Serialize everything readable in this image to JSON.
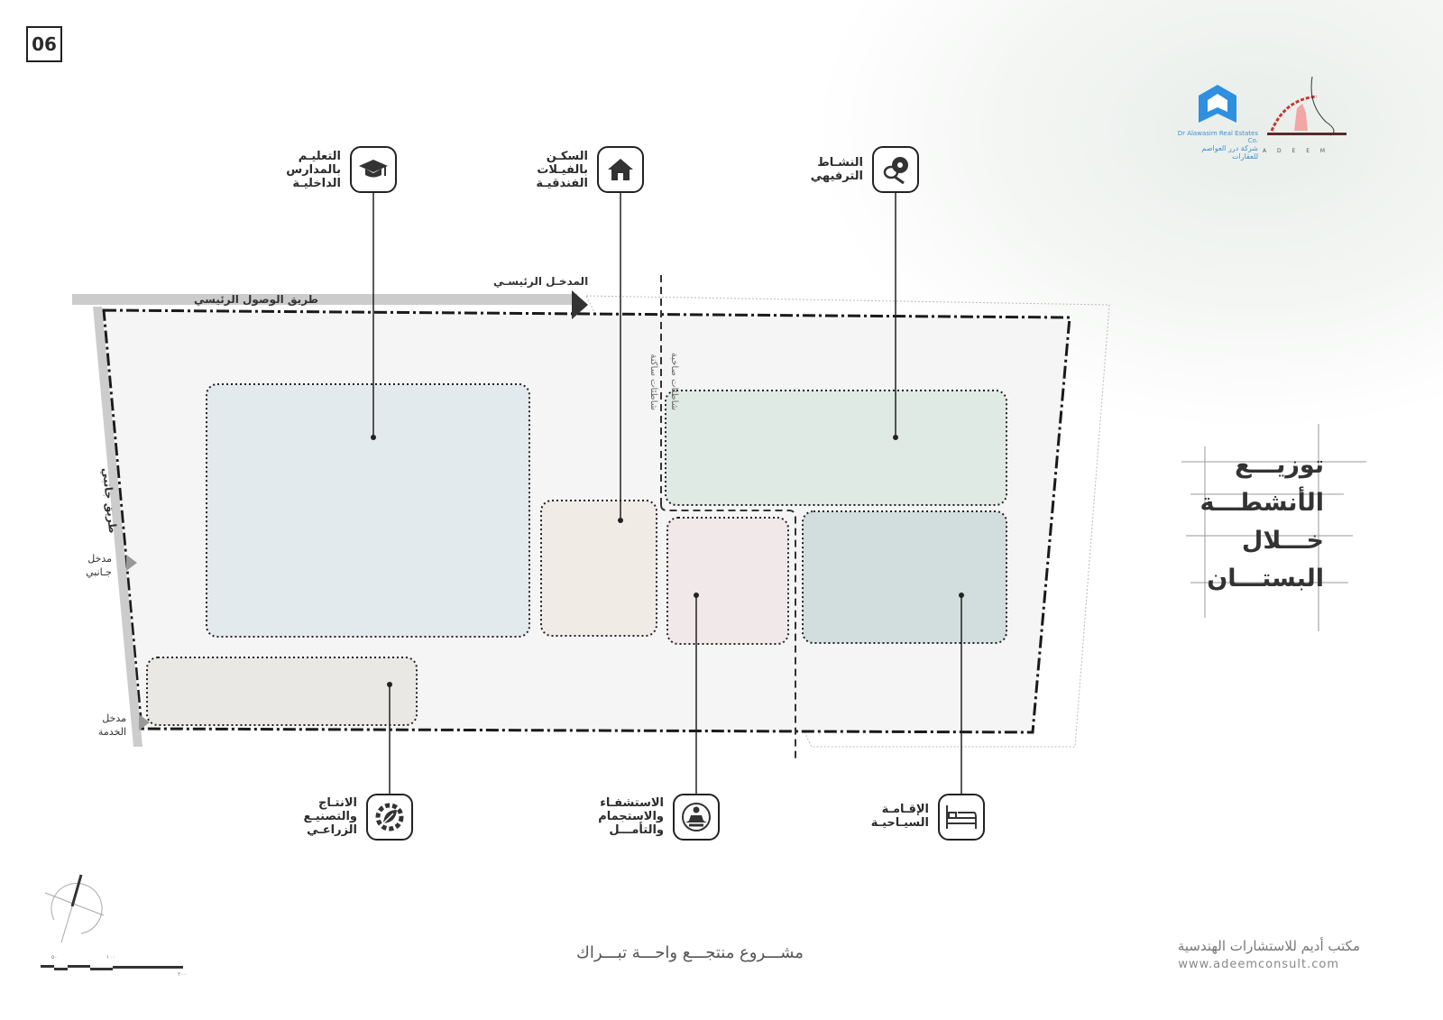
{
  "page_number": "06",
  "logos": {
    "alawasim_en": "Dr Alawasim Real Estates Co.",
    "alawasim_ar": "شركة درر العواصم للعقارات",
    "adeem": "A D E E M"
  },
  "title": [
    "توزيـــع",
    "الأنشطـــة",
    "خـــلال",
    "البستـــان"
  ],
  "activities": [
    {
      "label": "التعليـم\nبالمدارس\nالداخليـة",
      "icon": "graduation-cap-icon"
    },
    {
      "label": "السكـن\nبالفيـلات\nالفندقيـة",
      "icon": "house-icon"
    },
    {
      "label": "النشـاط\nالترفيهي",
      "icon": "sports-ball-racket-icon"
    },
    {
      "label": "الانتـاج\nوالتصنيـع\nالزراعـي",
      "icon": "gear-leaf-icon"
    },
    {
      "label": "الاستشفـاء\nوالاستجمام\nوالتأمـــل",
      "icon": "meditation-icon"
    },
    {
      "label": "الإقـامـة\nالسيـاحيـة",
      "icon": "bed-icon"
    }
  ],
  "roads": {
    "main_access": "طريق الوصول الرئيسي",
    "main_entrance": "المدخـل الرئيسـي",
    "side_road": "طريق جانبي",
    "side_entrance": "مدخل\nجـانبي",
    "service_entrance": "مدخل\nالخدمة",
    "beach_quiet": "شاطئات ساكنة",
    "beach_lively": "شاطئات صاخبة"
  },
  "scale_labels": [
    "٥٠",
    "١٠٠",
    "٢٠٠"
  ],
  "footer": {
    "project": "مشـــروع منتجـــع واحـــة تبـــراك",
    "office": "مكتب أديم للاستشارات الهندسية",
    "website": "www.adeemconsult.com"
  },
  "colors": {
    "education": "#e3eaee",
    "villas": "#f1ebe6",
    "recreation": "#deeae3",
    "wellness": "#f1e8e9",
    "tourism": "#d2dedd",
    "agri": "#e9e8e4"
  }
}
